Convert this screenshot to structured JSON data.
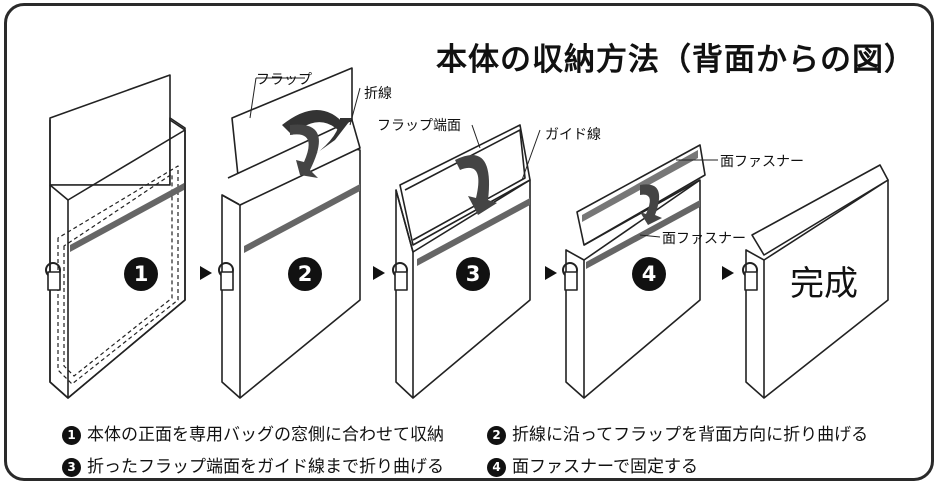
{
  "title": "本体の収納方法（背面からの図）",
  "labels": {
    "flap": "フラップ",
    "fold_line": "折線",
    "flap_edge": "フラップ端面",
    "guide_line": "ガイド線",
    "fastener_top": "面ファスナー",
    "fastener_bottom": "面ファスナー"
  },
  "steps": [
    "1",
    "2",
    "3",
    "4"
  ],
  "done": "完成",
  "captions": [
    {
      "num": "1",
      "text": "本体の正面を専用バッグの窓側に合わせて収納"
    },
    {
      "num": "2",
      "text": "折線に沿ってフラップを背面方向に折り曲げる"
    },
    {
      "num": "3",
      "text": "折ったフラップ端面をガイド線まで折り曲げる"
    },
    {
      "num": "4",
      "text": "面ファスナーで固定する"
    }
  ]
}
